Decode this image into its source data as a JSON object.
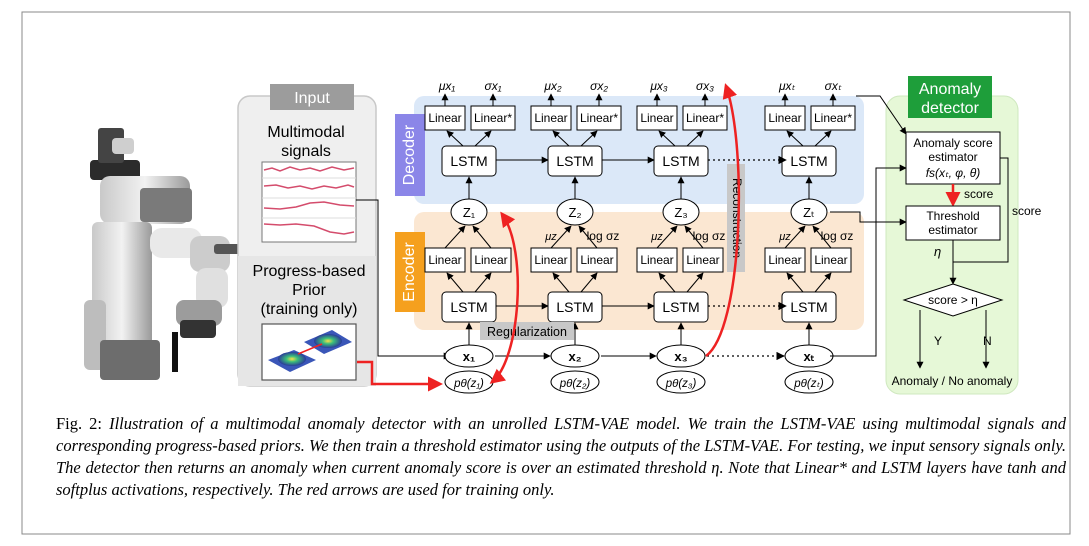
{
  "input_panel": {
    "header": "Input",
    "signals_label_1": "Multimodal",
    "signals_label_2": "signals",
    "prior_label_1": "Progress-based",
    "prior_label_2": "Prior",
    "prior_label_3": "(training only)"
  },
  "decoder": {
    "title": "Decoder",
    "linear": "Linear",
    "linear_star": "Linear*",
    "lstm": "LSTM",
    "mu_x1": "μ",
    "outputs": [
      {
        "mu": "μ",
        "mu_sub": "x₁",
        "sigma": "σ",
        "sigma_sub": "x₁"
      },
      {
        "mu": "μ",
        "mu_sub": "x₂",
        "sigma": "σ",
        "sigma_sub": "x₂"
      },
      {
        "mu": "μ",
        "mu_sub": "x₃",
        "sigma": "σ",
        "sigma_sub": "x₃"
      },
      {
        "mu": "μ",
        "mu_sub": "xₜ",
        "sigma": "σ",
        "sigma_sub": "xₜ"
      }
    ]
  },
  "encoder": {
    "title": "Encoder",
    "linear": "Linear",
    "lstm": "LSTM",
    "mu_z": "μz",
    "log_sigma_z": "log σz"
  },
  "latents": [
    "Z₁",
    "Z₂",
    "Z₃",
    "Zₜ"
  ],
  "inputs": [
    "x₁",
    "x₂",
    "x₃",
    "xₜ"
  ],
  "priors": [
    "pθ(z₁)",
    "pθ(z₂)",
    "pθ(z₃)",
    "pθ(zₜ)"
  ],
  "labels": {
    "regularization": "Regularization",
    "reconstruction": "Reconstruction"
  },
  "anomaly_detector": {
    "title_1": "Anomaly",
    "title_2": "detector",
    "score_estimator_1": "Anomaly score",
    "score_estimator_2": "estimator",
    "score_formula": "fs(xₜ, φ, θ)",
    "score_label": "score",
    "score_label_side": "score",
    "threshold_1": "Threshold",
    "threshold_2": "estimator",
    "eta": "η",
    "decision": "score > η",
    "yes": "Y",
    "no": "N",
    "result": "Anomaly / No anomaly"
  },
  "caption": {
    "label": "Fig. 2:",
    "text": "Illustration of a multimodal anomaly detector with an unrolled LSTM-VAE model. We train the LSTM-VAE using multimodal signals and corresponding progress-based priors. We then train a threshold estimator using the outputs of the LSTM-VAE. For testing, we input sensory signals only. The detector then returns an anomaly when current anomaly score is over an estimated threshold η. Note that Linear* and LSTM layers have tanh and softplus activations, respectively. The red arrows are used for training only."
  },
  "colors": {
    "decoder_bg": "#dbe8f8",
    "encoder_bg": "#fbe7d2",
    "decoder_tag": "#8b86e8",
    "encoder_tag": "#f5a01e",
    "detector_bg": "#e6f8d7",
    "detector_tag": "#1e9e3a",
    "training_arrow": "#ee2222"
  }
}
